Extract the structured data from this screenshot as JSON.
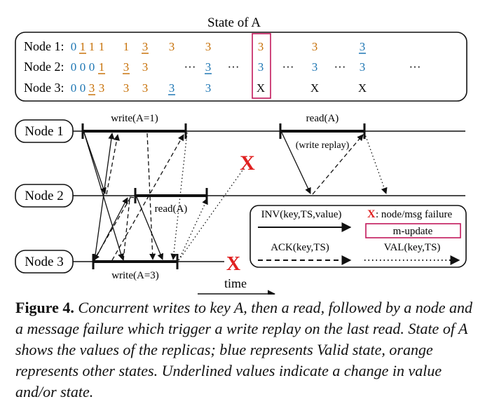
{
  "state_panel": {
    "title": "State of A",
    "rows": [
      {
        "label": "Node 1:",
        "cells": [
          {
            "v": "0",
            "c": "blue",
            "u": false
          },
          {
            "v": "1",
            "c": "orange",
            "u": true
          },
          {
            "v": "1",
            "c": "orange",
            "u": false
          },
          {
            "v": "1",
            "c": "orange",
            "u": false
          },
          {
            "v": "1",
            "c": "orange",
            "u": false
          },
          {
            "v": "3",
            "c": "orange",
            "u": true
          },
          {
            "v": "3",
            "c": "orange",
            "u": false
          },
          {
            "v": "3",
            "c": "orange",
            "u": false
          },
          {
            "v": "3",
            "c": "orange",
            "u": false
          },
          {
            "v": "3",
            "c": "orange",
            "u": false
          },
          {
            "v": "3",
            "c": "blue",
            "u": true
          }
        ]
      },
      {
        "label": "Node 2:",
        "cells": [
          {
            "v": "0",
            "c": "blue",
            "u": false
          },
          {
            "v": "0",
            "c": "blue",
            "u": false
          },
          {
            "v": "0",
            "c": "blue",
            "u": false
          },
          {
            "v": "1",
            "c": "orange",
            "u": true
          },
          {
            "v": "3",
            "c": "orange",
            "u": true
          },
          {
            "v": "3",
            "c": "orange",
            "u": false
          },
          {
            "v": "···",
            "c": "black",
            "u": false
          },
          {
            "v": "3",
            "c": "blue",
            "u": true
          },
          {
            "v": "···",
            "c": "black",
            "u": false
          },
          {
            "v": "3",
            "c": "blue",
            "u": false
          },
          {
            "v": "···",
            "c": "black",
            "u": false
          },
          {
            "v": "3",
            "c": "blue",
            "u": false
          },
          {
            "v": "···",
            "c": "black",
            "u": false
          },
          {
            "v": "3",
            "c": "blue",
            "u": false
          },
          {
            "v": "···",
            "c": "black",
            "u": false
          }
        ]
      },
      {
        "label": "Node 3:",
        "cells": [
          {
            "v": "0",
            "c": "blue",
            "u": false
          },
          {
            "v": "0",
            "c": "blue",
            "u": false
          },
          {
            "v": "3",
            "c": "orange",
            "u": true
          },
          {
            "v": "3",
            "c": "orange",
            "u": false
          },
          {
            "v": "3",
            "c": "orange",
            "u": false
          },
          {
            "v": "3",
            "c": "orange",
            "u": false
          },
          {
            "v": "3",
            "c": "blue",
            "u": true
          },
          {
            "v": "3",
            "c": "blue",
            "u": false
          },
          {
            "v": "X",
            "c": "black",
            "u": false
          },
          {
            "v": "X",
            "c": "black",
            "u": false
          },
          {
            "v": "X",
            "c": "black",
            "u": false
          }
        ]
      }
    ]
  },
  "nodes": [
    "Node 1",
    "Node 2",
    "Node 3"
  ],
  "op_labels": {
    "write1": "write(A=1)",
    "read_node2": "read(A)",
    "write3": "write(A=3)",
    "read_node1": "read(A)",
    "write_replay": "(write replay)"
  },
  "failure_mark": "X",
  "legend": {
    "inv": "INV(key,TS,value)",
    "failure_x": "X",
    "failure_text": ": node/msg failure",
    "mupdate": "m-update",
    "ack": "ACK(key,TS)",
    "val": "VAL(key,TS)"
  },
  "time_label": "time",
  "caption": {
    "label": "Figure 4.",
    "text": "Concurrent writes to key A, then a read, followed by a node and a message failure which trigger a write replay on the last read. State of A shows the values of the replicas; blue represents Valid state, orange represents other states. Underlined values indicate a change in value and/or state."
  },
  "colors": {
    "blue": "#1f77b4",
    "orange": "#c8720a",
    "red": "#e02020",
    "mupdate": "#c2185b",
    "black": "#111111"
  }
}
